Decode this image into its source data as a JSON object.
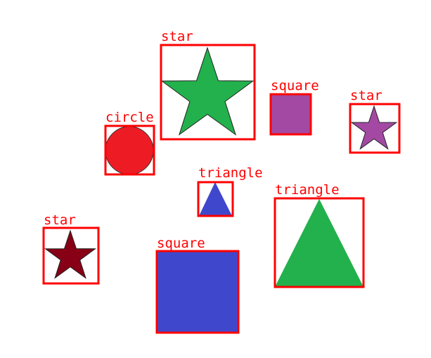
{
  "colors": {
    "box": "#ff0000",
    "label": "#ff0000",
    "background": "#ffffff"
  },
  "objects": [
    {
      "label": "star",
      "shape": "star",
      "fill": "#22b14c",
      "stroke": "#222222"
    },
    {
      "label": "square",
      "shape": "square",
      "fill": "#a349a4",
      "stroke": "#a349a4"
    },
    {
      "label": "star",
      "shape": "star",
      "fill": "#a349a4",
      "stroke": "#222222"
    },
    {
      "label": "circle",
      "shape": "circle",
      "fill": "#ed1c24",
      "stroke": "#333333"
    },
    {
      "label": "triangle",
      "shape": "triangle",
      "fill": "#3f48cc",
      "stroke": "#3f48cc"
    },
    {
      "label": "triangle",
      "shape": "triangle",
      "fill": "#22b14c",
      "stroke": "#22b14c"
    },
    {
      "label": "star",
      "shape": "star",
      "fill": "#880015",
      "stroke": "#222222"
    },
    {
      "label": "square",
      "shape": "square",
      "fill": "#3f48cc",
      "stroke": "#3f48cc"
    }
  ]
}
